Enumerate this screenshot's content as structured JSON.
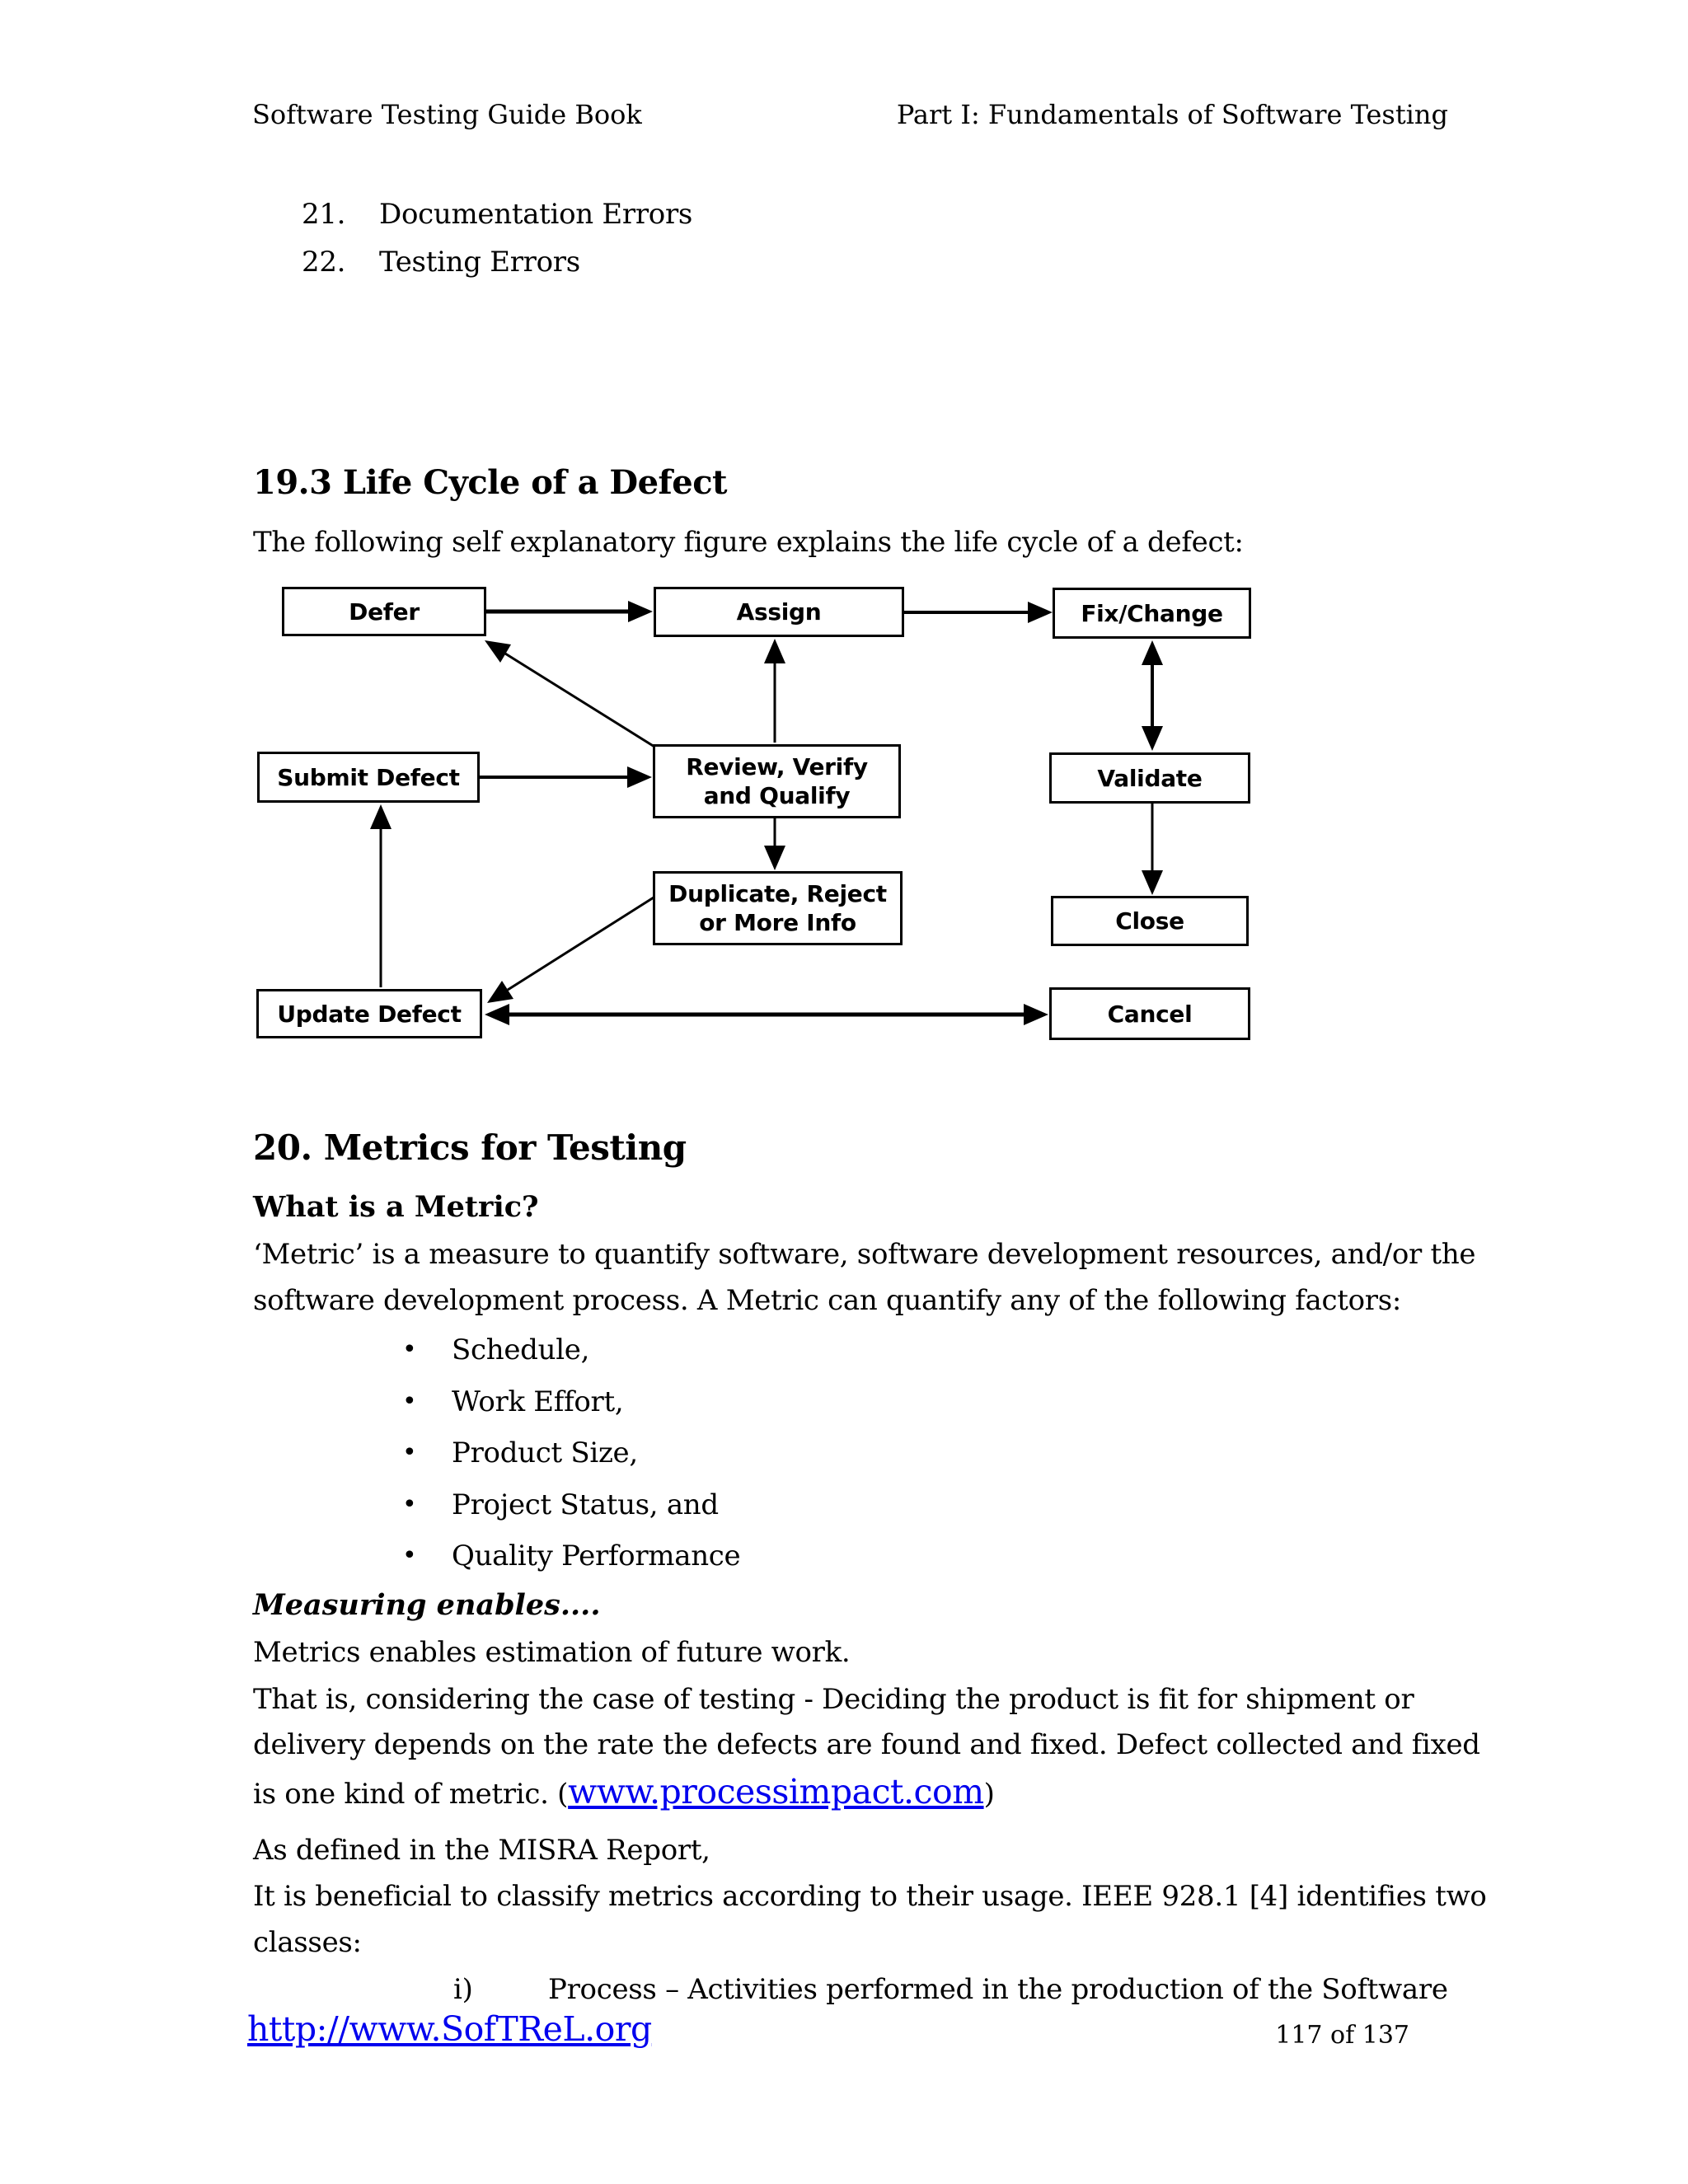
{
  "header": {
    "left": "Software Testing Guide Book",
    "right": "Part I: Fundamentals of Software Testing"
  },
  "error_list": {
    "items": [
      {
        "num": "21.",
        "label": "Documentation Errors"
      },
      {
        "num": "22.",
        "label": "Testing Errors"
      }
    ]
  },
  "lifecycle_section": {
    "heading": "19.3 Life Cycle of a Defect",
    "intro": "The following self explanatory figure explains the life cycle of a defect:"
  },
  "flowchart": {
    "defer": "Defer",
    "assign": "Assign",
    "fix_change": "Fix/Change",
    "submit_defect": "Submit Defect",
    "review_line1": "Review, Verify",
    "review_line2": "and Qualify",
    "validate": "Validate",
    "duplicate_line1": "Duplicate, Reject",
    "duplicate_line2": "or More Info",
    "close": "Close",
    "update_defect": "Update Defect",
    "cancel": "Cancel"
  },
  "metrics_section": {
    "heading": "20. Metrics for Testing",
    "subheading": "What is a Metric?",
    "para_line1": "‘Metric’ is a measure to quantify software, software development resources, and/or the",
    "para_line2": "software development process. A Metric can quantify any of the following factors:",
    "bullets": [
      "Schedule,",
      "Work Effort,",
      "Product Size,",
      "Project Status, and",
      "Quality Performance"
    ],
    "measuring_heading": "Measuring enables....",
    "line_future_work": "Metrics enables estimation of future work.",
    "line_that_is_1": "That is, considering the case of testing - Deciding the product is fit for shipment or",
    "line_that_is_2": "delivery depends on the rate the defects are found and fixed. Defect collected and fixed",
    "line_metric_prefix": "is one kind of metric. (",
    "link_processimpact": "www.processimpact.com",
    "line_metric_suffix": ")",
    "line_misra": "As defined in the MISRA Report,",
    "line_ieee_1": "It is beneficial to classify metrics according to their usage. IEEE 928.1 [4] identifies two",
    "line_ieee_2": "classes:",
    "process_item_marker": "i)",
    "process_item_text": "Process – Activities performed in the production of the Software"
  },
  "footer": {
    "link": "http://www.SofTReL.org",
    "page": "117 of 137"
  }
}
